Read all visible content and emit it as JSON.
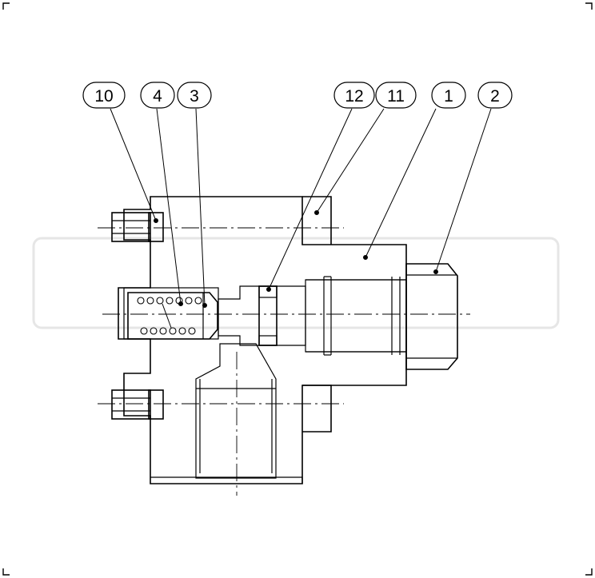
{
  "drawing": {
    "balloons": [
      {
        "id": "10",
        "label": "10"
      },
      {
        "id": "4",
        "label": "4"
      },
      {
        "id": "3",
        "label": "3"
      },
      {
        "id": "12",
        "label": "12"
      },
      {
        "id": "11",
        "label": "11"
      },
      {
        "id": "1",
        "label": "1"
      },
      {
        "id": "2",
        "label": "2"
      }
    ]
  }
}
